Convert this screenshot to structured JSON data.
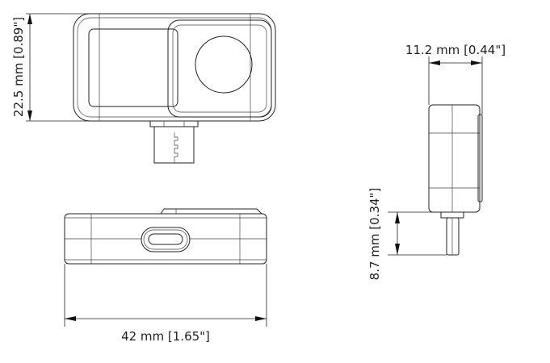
{
  "dimensions": {
    "height": "22.5 mm [0.89\"]",
    "width": "42 mm [1.65\"]",
    "depth": "11.2 mm [0.44\"]",
    "connector_length": "8.7 mm [0.34\"]"
  },
  "colors": {
    "line": "#222222",
    "background": "#ffffff"
  }
}
